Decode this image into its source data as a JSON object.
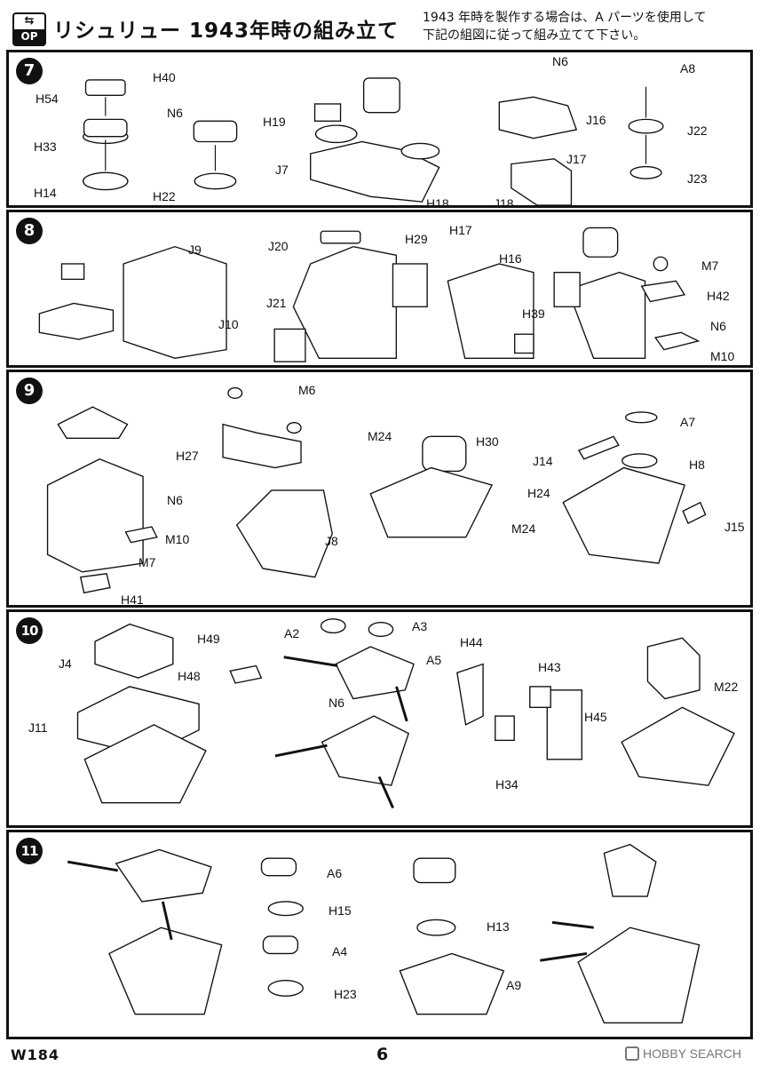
{
  "header": {
    "op_badge": "OP",
    "title": "リシュリュー 1943年時の組み立て",
    "note_line1": "1943 年時を製作する場合は、A パーツを使用して",
    "note_line2": "下記の組図に従って組み立てて下さい。"
  },
  "steps": [
    {
      "number": "7",
      "parts": [
        "H54",
        "H33",
        "H14",
        "H40",
        "N6",
        "H22",
        "H19",
        "J7",
        "H18",
        "N6",
        "J16",
        "J17",
        "J18",
        "A8",
        "J22",
        "J23"
      ]
    },
    {
      "number": "8",
      "parts": [
        "J9",
        "J10",
        "J20",
        "J21",
        "H29",
        "H17",
        "H16",
        "H39",
        "M7",
        "H42",
        "N6",
        "M10"
      ]
    },
    {
      "number": "9",
      "parts": [
        "N6",
        "M10",
        "M7",
        "H41",
        "M6",
        "H27",
        "J8",
        "M24",
        "H30",
        "M24",
        "A7",
        "J14",
        "H8",
        "H24",
        "J15"
      ]
    },
    {
      "number": "10",
      "parts": [
        "J4",
        "J11",
        "H49",
        "H48",
        "A2",
        "A3",
        "A5",
        "N6",
        "H44",
        "H43",
        "H45",
        "H34",
        "M22"
      ]
    },
    {
      "number": "11",
      "parts": [
        "A6",
        "H15",
        "A4",
        "H23",
        "H13",
        "A9"
      ]
    }
  ],
  "footer": {
    "product_code": "W184",
    "page_number": "6",
    "watermark": "HOBBY SEARCH"
  }
}
